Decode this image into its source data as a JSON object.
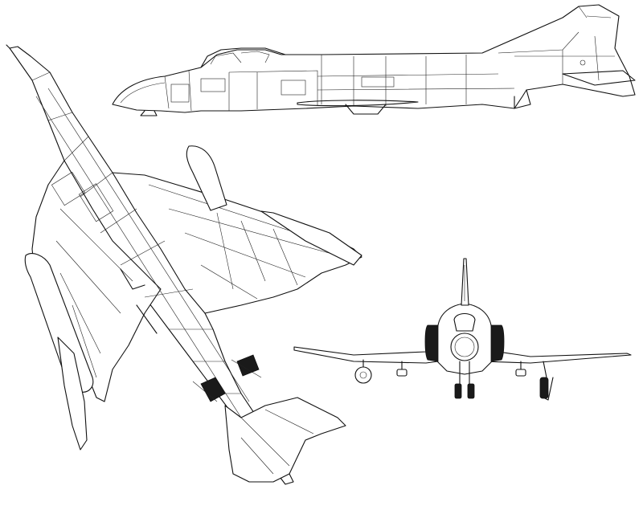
{
  "drawing": {
    "views": [
      {
        "id": "side",
        "view": "side-elevation"
      },
      {
        "id": "plan",
        "view": "plan-underside"
      },
      {
        "id": "front",
        "view": "front-elevation"
      }
    ],
    "colors": {
      "line": "#111111",
      "background": "#ffffff"
    }
  }
}
